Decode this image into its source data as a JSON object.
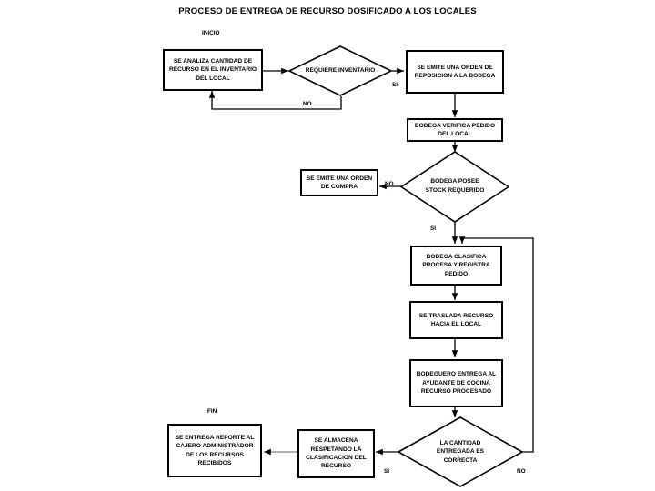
{
  "diagram": {
    "title": "PROCESO DE ENTREGA DE RECURSO DOSIFICADO A LOS LOCALES",
    "markers": {
      "start": "INICIO",
      "end": "FIN"
    },
    "nodes": {
      "analiza_cantidad": "SE ANALIZA CANTIDAD DE RECURSO EN EL INVENTARIO DEL LOCAL",
      "requiere_inventario": "REQUIERE INVENTARIO",
      "emite_orden_reposicion": "SE EMITE UNA ORDEN DE REPOSICION A LA BODEGA",
      "bodega_verifica": "BODEGA VERIFICA PEDIDO DEL LOCAL",
      "bodega_posee_stock": "BODEGA POSEE STOCK REQUERIDO",
      "emite_orden_compra": "SE EMITE UNA ORDEN DE COMPRA",
      "bodega_clasifica": "BODEGA CLASIFICA PROCESA Y REGISTRA PEDIDO",
      "se_traslada": "SE TRASLADA RECURSO HACIA EL LOCAL",
      "bodeguero_entrega": "BODEGUERO ENTREGA AL AYUDANTE DE COCINA  RECURSO PROCESADO",
      "cantidad_correcta": "LA CANTIDAD ENTREGADA ES CORRECTA",
      "se_almacena": "SE ALMACENA RESPETANDO LA CLASIFICACION DEL RECURSO",
      "entrega_reporte": "SE ENTREGA REPORTE AL CAJERO ADMINISTRADOR DE LOS RECURSOS RECIBIDOS"
    },
    "edge_labels": {
      "requiere_si": "SI",
      "requiere_no": "NO",
      "stock_no": "NO",
      "stock_si": "SI",
      "correcta_si": "SI",
      "correcta_no": "NO"
    },
    "colors": {
      "stroke": "#000000",
      "fill": "#ffffff",
      "text": "#000000"
    }
  }
}
